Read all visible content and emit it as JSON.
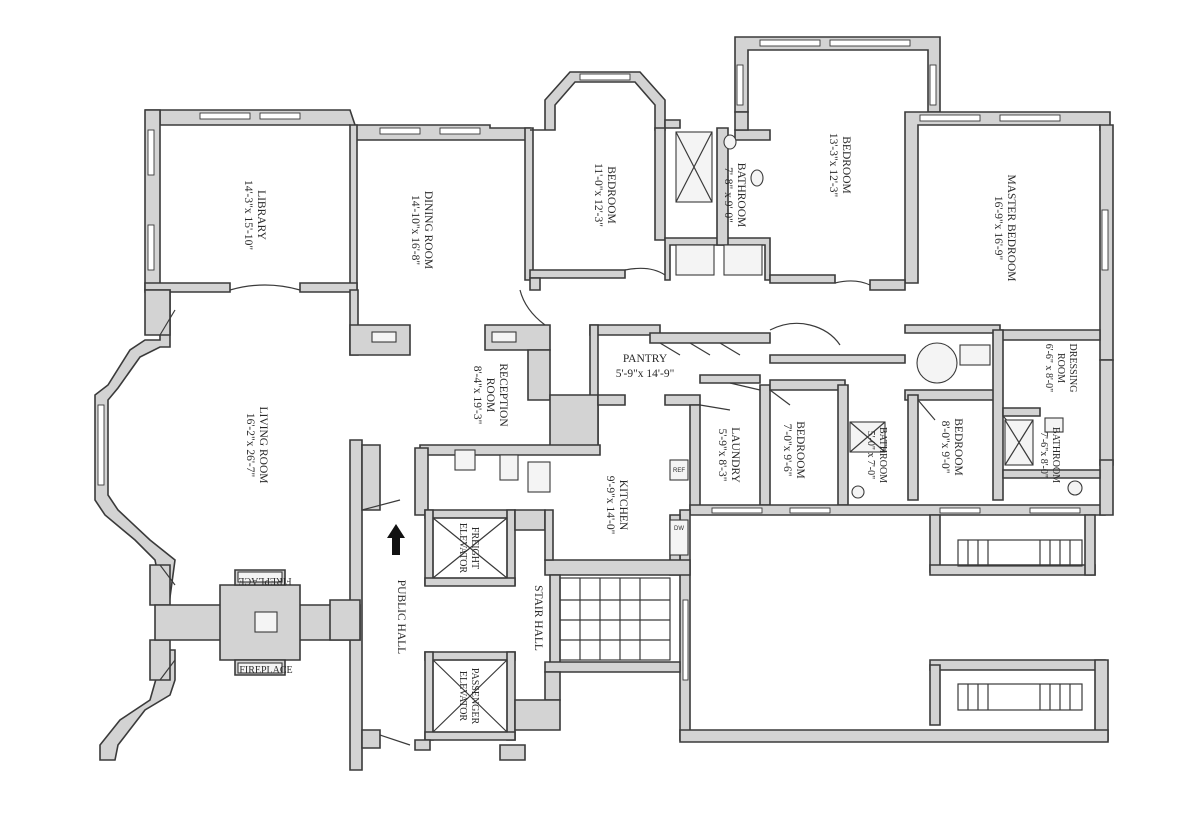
{
  "rooms": [
    {
      "id": "library",
      "name": "LIBRARY",
      "size": "14'-3\"x 15'-10\""
    },
    {
      "id": "dining",
      "name": "DINING ROOM",
      "size": "14'-10\"x 16'-8\""
    },
    {
      "id": "bedroom-1",
      "name": "BEDROOM",
      "size": "11'-0\"x 12'-3\""
    },
    {
      "id": "bathroom-1",
      "name": "BATHROOM",
      "size": "7'-8\" x 9'-0\""
    },
    {
      "id": "bedroom-2",
      "name": "BEDROOM",
      "size": "13'-3\"x 12'-3\""
    },
    {
      "id": "master",
      "name": "MASTER BEDROOM",
      "size": "16'-9\"x 16'-9\""
    },
    {
      "id": "living",
      "name": "LIVING ROOM",
      "size": "16'-2\"x 26'-7\""
    },
    {
      "id": "reception",
      "name": "RECEPTION",
      "name2": "ROOM",
      "size": "8'-4\"x 19'-3\""
    },
    {
      "id": "pantry",
      "name": "PANTRY",
      "size": "5'-9\"x 14'-9\""
    },
    {
      "id": "kitchen",
      "name": "KITCHEN",
      "size": "9'-9\"x 14'-0\""
    },
    {
      "id": "laundry",
      "name": "LAUNDRY",
      "size": "5'-9\"x 8'-3\""
    },
    {
      "id": "bedroom-3",
      "name": "BEDROOM",
      "size": "7'-0\"x 9'-6\""
    },
    {
      "id": "bathroom-2",
      "name": "BATHROOM",
      "size": "5'-0\" x 7'-0\""
    },
    {
      "id": "bedroom-4",
      "name": "BEDROOM",
      "size": "8'-0\"x 9'-0\""
    },
    {
      "id": "dressing",
      "name": "DRESSING",
      "name2": "ROOM",
      "size": "6'-6\" x 8'-0\""
    },
    {
      "id": "bathroom-3",
      "name": "BATHROOM",
      "size": "7'-6\"x 8'-0\""
    },
    {
      "id": "public-hall",
      "name": "PUBLIC HALL",
      "size": ""
    },
    {
      "id": "stair-hall",
      "name": "STAIR HALL",
      "size": ""
    },
    {
      "id": "freight",
      "name": "FREIGHT",
      "name2": "ELEVATOR",
      "size": ""
    },
    {
      "id": "passenger",
      "name": "PASSENGER",
      "name2": "ELEVATOR",
      "size": ""
    }
  ],
  "labels": {
    "fireplace_top": "FIREPLACE",
    "fireplace_bottom": "FIREPLACE",
    "ref": "REF",
    "dw": "DW"
  },
  "icons": {
    "entry": "entry-arrow-icon"
  },
  "colors": {
    "wall_fill": "#d3d3d3",
    "line": "#3a3a3a",
    "text": "#2a2a2a"
  }
}
